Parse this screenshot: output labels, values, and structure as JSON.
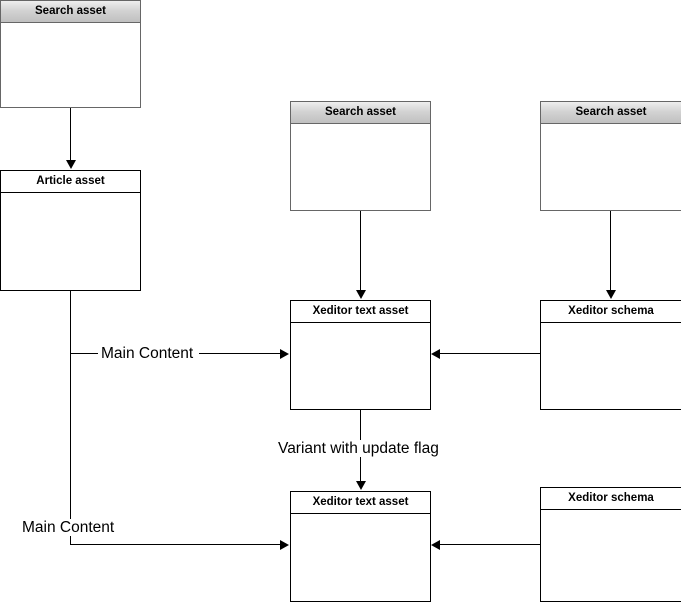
{
  "diagram": {
    "title_visible": false,
    "colors": {
      "line": "#000000",
      "gray_header_top": "#eeeeee",
      "gray_header_bottom": "#c0c0c0",
      "box_border_gray": "#666666",
      "box_border_black": "#000000",
      "background": "#ffffff"
    },
    "nodes": [
      {
        "id": "search-asset-1",
        "label": "Search asset",
        "header_style": "gray"
      },
      {
        "id": "article-asset",
        "label": "Article asset",
        "header_style": "plain"
      },
      {
        "id": "search-asset-2",
        "label": "Search asset",
        "header_style": "gray"
      },
      {
        "id": "search-asset-3",
        "label": "Search asset",
        "header_style": "gray"
      },
      {
        "id": "xeditor-text-asset-1",
        "label": "Xeditor text asset",
        "header_style": "plain"
      },
      {
        "id": "xeditor-schema-1",
        "label": "Xeditor schema",
        "header_style": "plain"
      },
      {
        "id": "xeditor-text-asset-2",
        "label": "Xeditor text asset",
        "header_style": "plain"
      },
      {
        "id": "xeditor-schema-2",
        "label": "Xeditor schema",
        "header_style": "plain"
      }
    ],
    "edges": [
      {
        "id": "e1",
        "from": "search-asset-1",
        "to": "article-asset",
        "label": ""
      },
      {
        "id": "e2",
        "from": "search-asset-2",
        "to": "xeditor-text-asset-1",
        "label": ""
      },
      {
        "id": "e3",
        "from": "search-asset-3",
        "to": "xeditor-schema-1",
        "label": ""
      },
      {
        "id": "e4",
        "from": "article-asset",
        "to": "xeditor-text-asset-1",
        "label": "Main Content"
      },
      {
        "id": "e5",
        "from": "xeditor-schema-1",
        "to": "xeditor-text-asset-1",
        "label": ""
      },
      {
        "id": "e6",
        "from": "xeditor-text-asset-1",
        "to": "xeditor-text-asset-2",
        "label": "Variant with update flag"
      },
      {
        "id": "e7",
        "from": "article-asset",
        "to": "xeditor-text-asset-2",
        "label": "Main Content"
      },
      {
        "id": "e8",
        "from": "xeditor-schema-2",
        "to": "xeditor-text-asset-2",
        "label": ""
      }
    ],
    "edge_labels": {
      "main_content_top": "Main Content",
      "variant_with_update_flag": "Variant with update flag",
      "main_content_bottom": "Main Content"
    }
  }
}
